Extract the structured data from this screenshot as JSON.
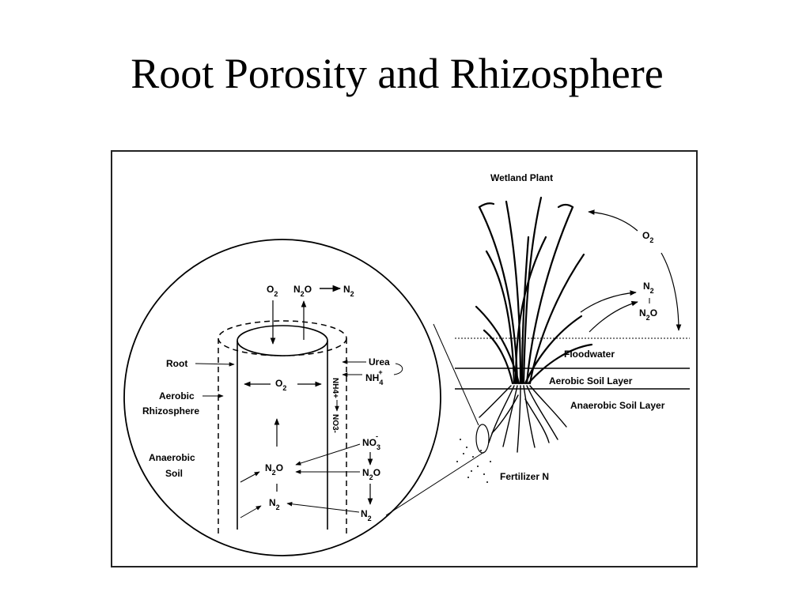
{
  "slide": {
    "title": "Root Porosity and Rhizosphere"
  },
  "figure": {
    "plant_label": "Wetland Plant",
    "layers": {
      "floodwater": "Floodwater",
      "aerobic": "Aerobic Soil Layer",
      "anaerobic": "Anaerobic Soil Layer"
    },
    "fertilizer": "Fertilizer N",
    "plant_gases": {
      "o2": {
        "main": "O",
        "sub": "2"
      },
      "n2": {
        "main": "N",
        "sub": "2"
      },
      "n2o": {
        "main": "N",
        "sub": "2",
        "tail": "O"
      }
    },
    "inset": {
      "root": "Root",
      "aerobic_rhizo_1": "Aerobic",
      "aerobic_rhizo_2": "Rhizosphere",
      "anaerobic_soil_1": "Anaerobic",
      "anaerobic_soil_2": "Soil",
      "urea": "Urea",
      "nh4": {
        "main": "NH",
        "sub": "4",
        "sup": "+"
      },
      "no3": {
        "main": "NO",
        "sub": "3",
        "sup": "-"
      },
      "o2": {
        "main": "O",
        "sub": "2"
      },
      "n2": {
        "main": "N",
        "sub": "2"
      },
      "n2o": {
        "main": "N",
        "sub": "2",
        "tail": "O"
      },
      "nh4_vertical": "NH4+",
      "no3_vertical": "NO3-"
    }
  }
}
